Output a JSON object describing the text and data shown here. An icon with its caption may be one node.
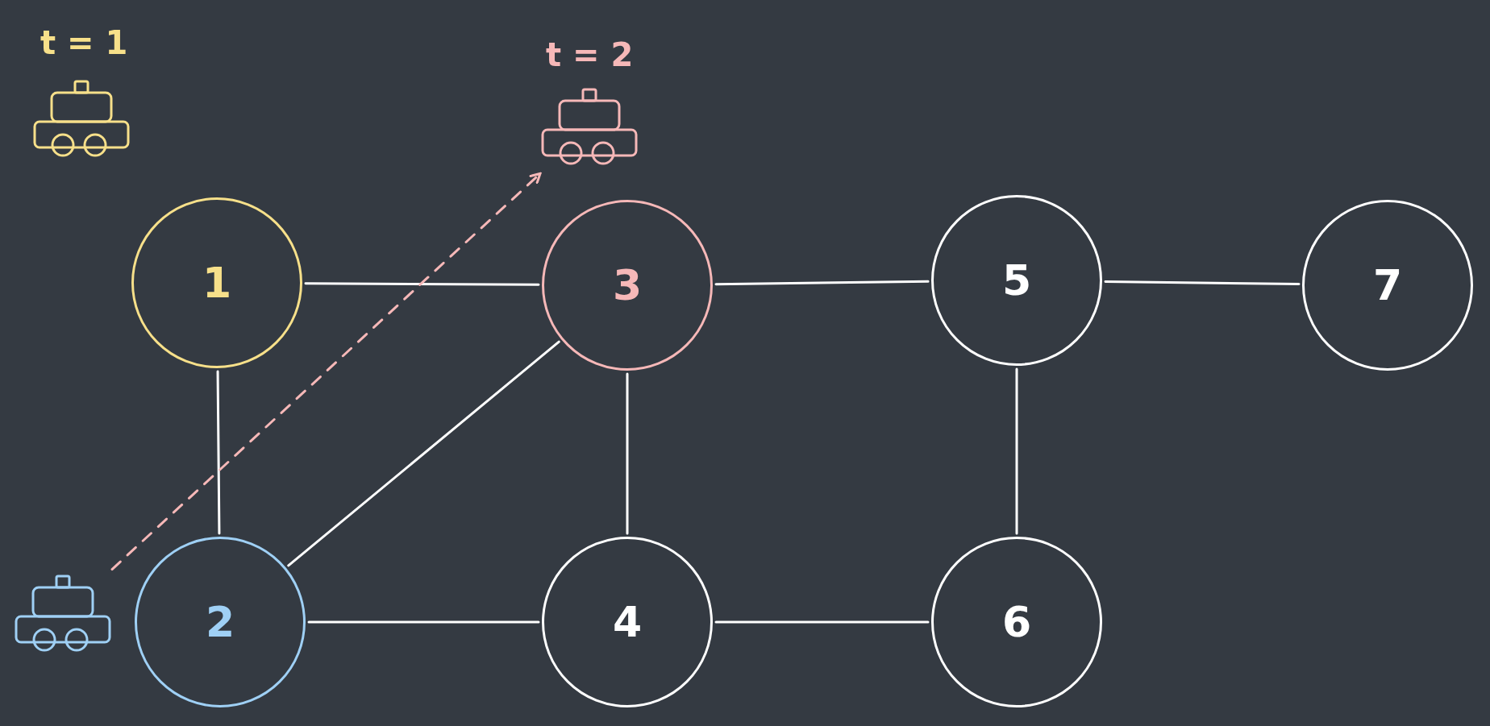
{
  "diagram": {
    "nodes": [
      {
        "text": [],
        "shape": "car",
        "beside": [
          "t = 1"
        ]
      },
      {
        "text": [],
        "shape": "car",
        "beside": [
          "t = 2"
        ]
      },
      {
        "text": [
          "1"
        ]
      },
      {
        "text": [
          "2"
        ]
      },
      {
        "text": [
          "3"
        ]
      },
      {
        "text": [
          "4"
        ]
      },
      {
        "text": [
          "5"
        ]
      },
      {
        "text": [
          "6"
        ]
      },
      {
        "text": [
          "7"
        ]
      },
      {
        "text": [],
        "shape": "car"
      }
    ],
    "edges": [
      {
        "from": 2,
        "to": 4,
        "arrow": "none"
      },
      {
        "from": 2,
        "to": 3,
        "arrow": "none"
      },
      {
        "from": 3,
        "to": 4,
        "arrow": "none"
      },
      {
        "from": 3,
        "to": 5,
        "arrow": "none"
      },
      {
        "from": 4,
        "to": 5,
        "arrow": "none"
      },
      {
        "from": 4,
        "to": 6,
        "arrow": "none"
      },
      {
        "from": 5,
        "to": 7,
        "arrow": "none"
      },
      {
        "from": 6,
        "to": 7,
        "arrow": "none"
      },
      {
        "from": 6,
        "to": 8,
        "arrow": "none"
      },
      {
        "from": 9,
        "to": 1,
        "arrow": "to",
        "style": "dashed",
        "color": "#f6b8b8"
      }
    ]
  }
}
